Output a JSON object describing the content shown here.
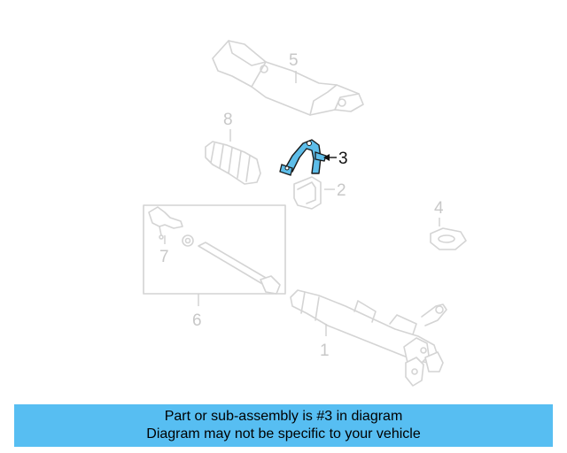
{
  "diagram": {
    "callouts": {
      "c1": "1",
      "c2": "2",
      "c3": "3",
      "c4": "4",
      "c5": "5",
      "c6": "6",
      "c7": "7",
      "c8": "8"
    },
    "highlight_part": "3",
    "colors": {
      "highlight": "#5dbde9",
      "ghost_line": "#d4d4d4",
      "banner": "#57bef2"
    }
  },
  "banner": {
    "line1": "Part or sub-assembly is #3 in diagram",
    "line2": "Diagram may not be specific to your vehicle"
  }
}
